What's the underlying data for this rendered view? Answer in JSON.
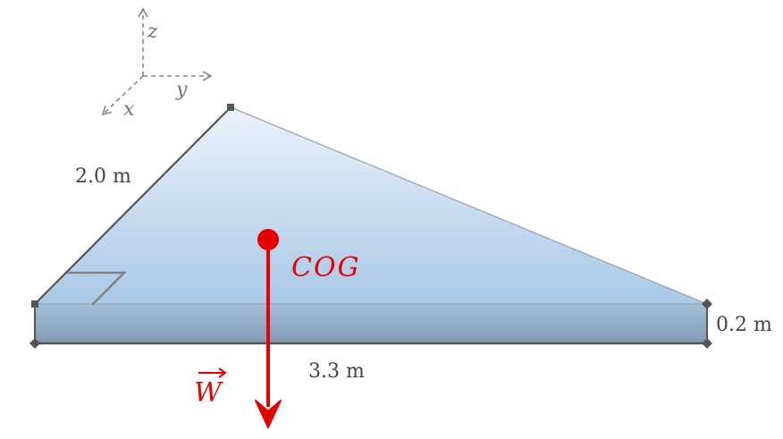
{
  "axes": {
    "z": "z",
    "y": "y",
    "x": "x"
  },
  "labels": {
    "hypotenuse_side": "2.0 m",
    "base_length": "3.3 m",
    "thickness": "0.2 m",
    "cog": "COG",
    "weight": "W"
  },
  "colors": {
    "outline": "#555555",
    "face_top": "#ebf2fb",
    "face_bottom": "#a9c8e6",
    "slab_top": "#a5bfd8",
    "slab_bottom": "#8199b5",
    "accent": "#e60000",
    "axis": "#888888"
  }
}
